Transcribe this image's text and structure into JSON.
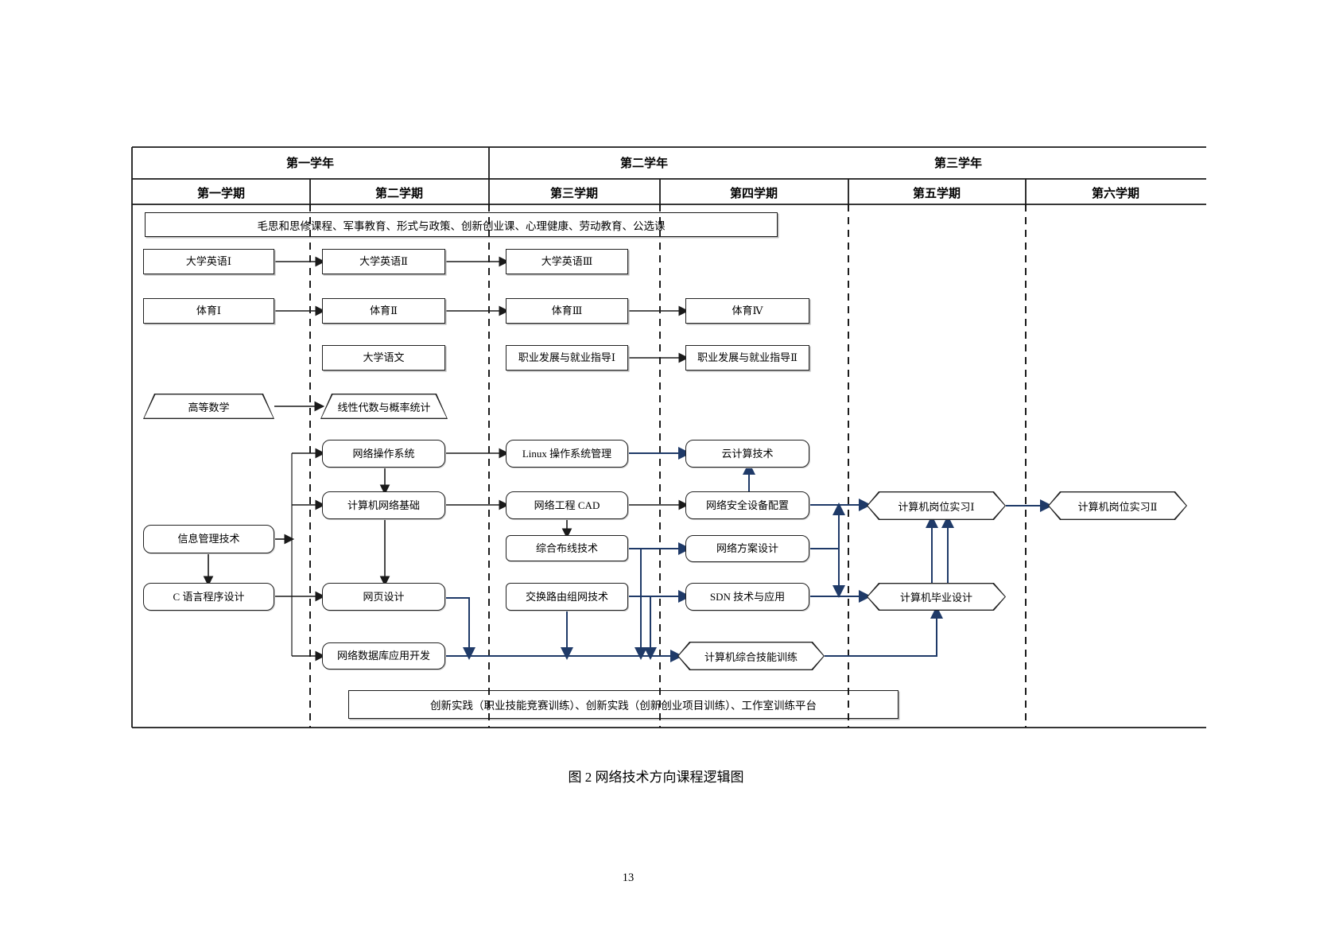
{
  "page": {
    "caption": "图 2 网络技术方向课程逻辑图",
    "number": "13"
  },
  "colors": {
    "connector_blue": "#1f3a68",
    "line_black": "#1a1a1a"
  },
  "header": {
    "years": [
      {
        "label": "第一学年"
      },
      {
        "label": "第二学年"
      },
      {
        "label": "第三学年"
      }
    ],
    "semesters": [
      {
        "label": "第一学期"
      },
      {
        "label": "第二学期"
      },
      {
        "label": "第三学期"
      },
      {
        "label": "第四学期"
      },
      {
        "label": "第五学期"
      },
      {
        "label": "第六学期"
      }
    ]
  },
  "banners": {
    "top": "毛思和思修课程、军事教育、形式与政策、创新创业课、心理健康、劳动教育、公选课",
    "bottom": "创新实践（职业技能竞赛训练）、创新实践（创新创业项目训练）、工作室训练平台"
  },
  "courses": {
    "english1": "大学英语Ⅰ",
    "english2": "大学英语Ⅱ",
    "english3": "大学英语Ⅲ",
    "pe1": "体育Ⅰ",
    "pe2": "体育Ⅱ",
    "pe3": "体育Ⅲ",
    "pe4": "体育Ⅳ",
    "chinese": "大学语文",
    "career1": "职业发展与就业指导Ⅰ",
    "career2": "职业发展与就业指导Ⅱ",
    "math": "高等数学",
    "linear": "线性代数与概率统计",
    "netos": "网络操作系统",
    "linux": "Linux 操作系统管理",
    "cloud": "云计算技术",
    "netbase": "计算机网络基础",
    "netcad": "网络工程 CAD",
    "netsec": "网络安全设备配置",
    "inform": "信息管理技术",
    "cabling": "综合布线技术",
    "netplan": "网络方案设计",
    "clang": "C 语言程序设计",
    "webdesign": "网页设计",
    "switching": "交换路由组网技术",
    "sdn": "SDN 技术与应用",
    "netdb": "网络数据库应用开发",
    "skills": "计算机综合技能训练",
    "intern1": "计算机岗位实习Ⅰ",
    "intern2": "计算机岗位实习Ⅱ",
    "graduation": "计算机毕业设计"
  }
}
